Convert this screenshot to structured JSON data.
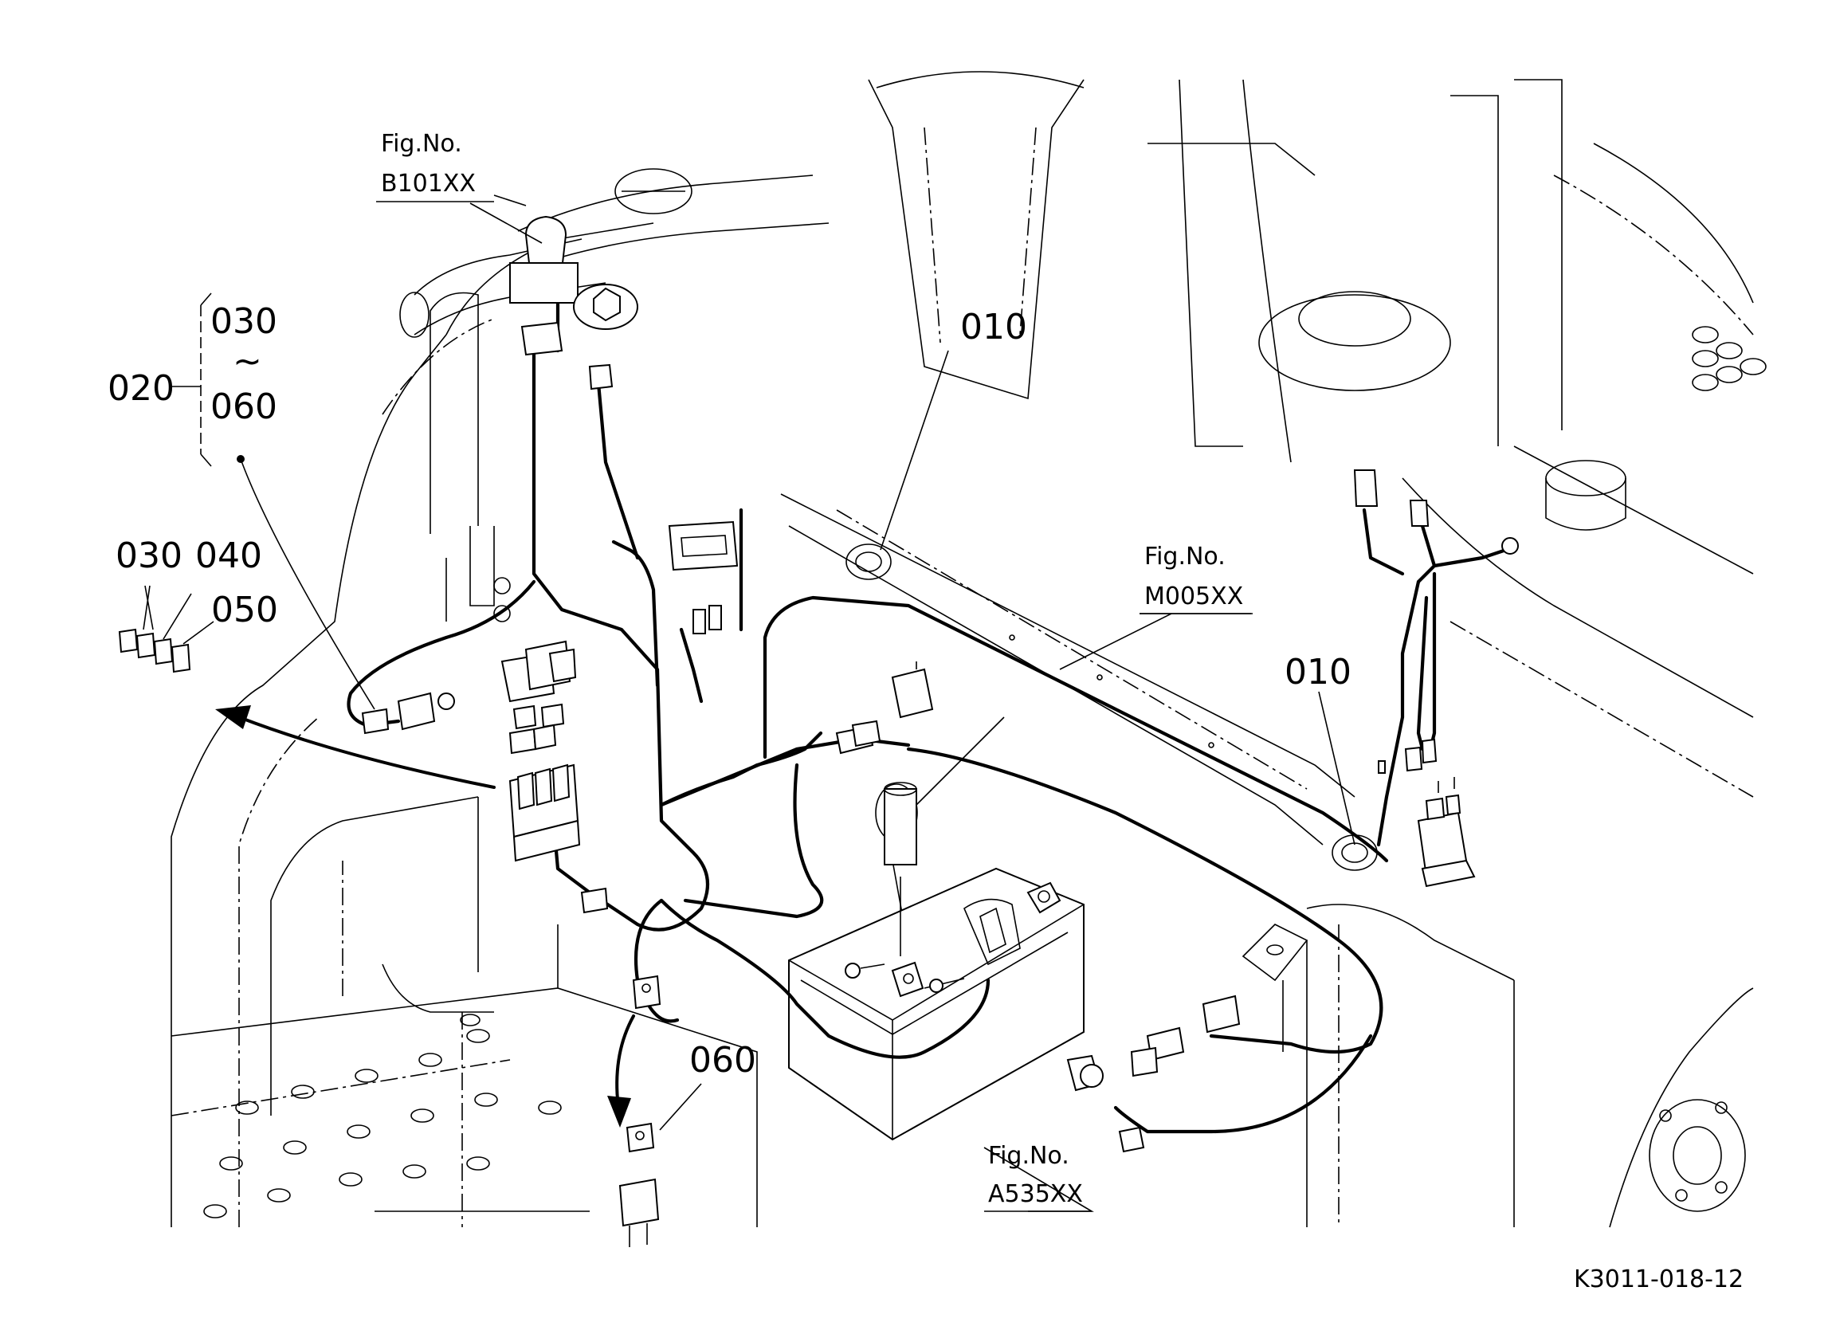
{
  "figure": {
    "drawing_code": "K3011-018-12",
    "callouts": {
      "c010a": "010",
      "c010b": "010",
      "c020": "020",
      "c030_top": "030",
      "c060_top": "060",
      "range_mark": "~",
      "c030": "030",
      "c040": "040",
      "c050": "050",
      "c060": "060"
    },
    "fig_refs": {
      "b101_label": "Fig.No.",
      "b101_code": "B101XX",
      "m005_label": "Fig.No.",
      "m005_code": "M005XX",
      "a535_label": "Fig.No.",
      "a535_code": "A535XX"
    }
  }
}
